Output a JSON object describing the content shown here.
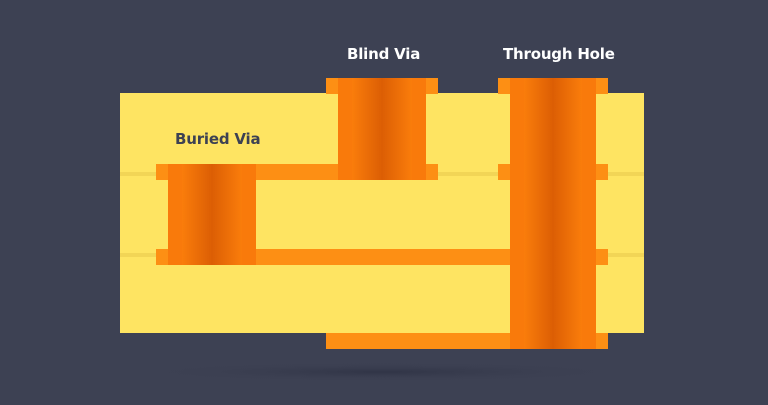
{
  "labels": {
    "blind_via": "Blind Via",
    "through_hole": "Through Hole",
    "buried_via": "Buried Via"
  },
  "colors": {
    "background": "#3d4153",
    "board_layer": "#fee462",
    "layer_line": "#f2d556",
    "copper_light": "#fd8f14",
    "copper_mid": "#f97a0b",
    "copper_dark": "#df6004",
    "shadow": "#33374a"
  }
}
